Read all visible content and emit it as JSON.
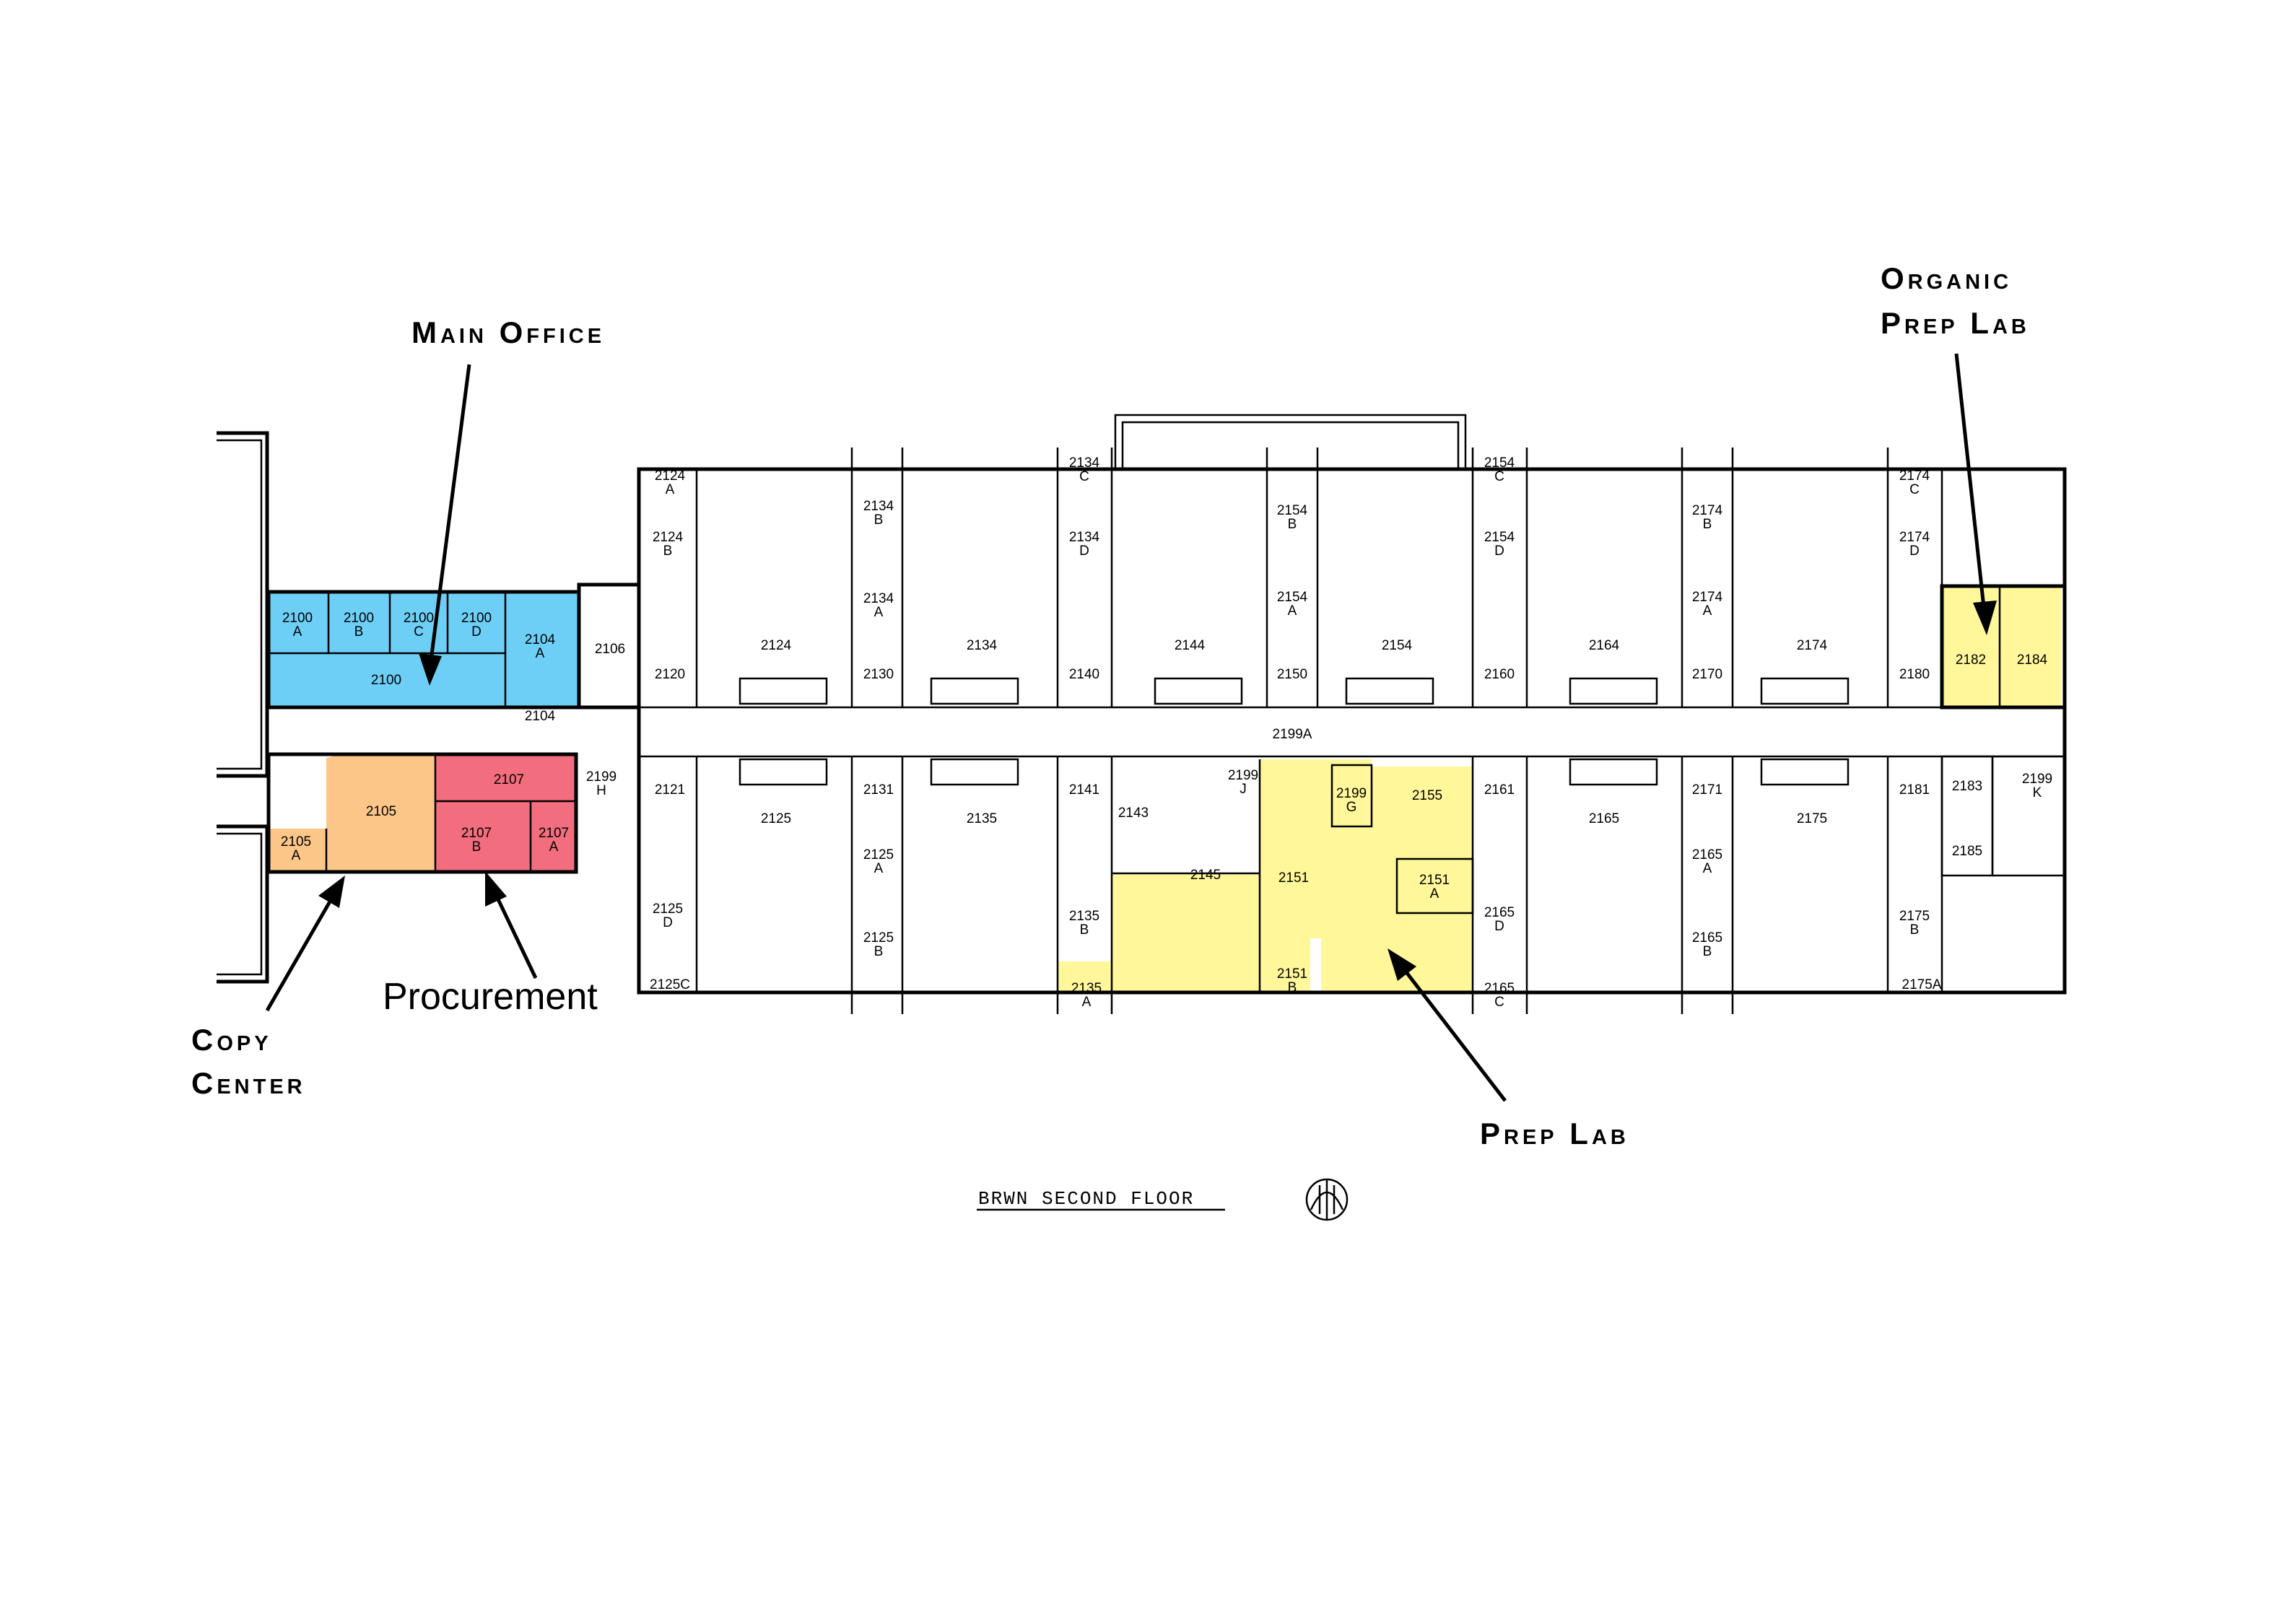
{
  "colors": {
    "main_office": "#6dcff6",
    "copy_center": "#fdc689",
    "procurement": "#f26d7d",
    "prep_lab": "#fff799",
    "organic_prep_lab": "#fff799"
  },
  "labels": {
    "main_office": "Main Office",
    "organic_prep_lab_line1": "Organic",
    "organic_prep_lab_line2": "Prep Lab",
    "copy_center_line1": "Copy",
    "copy_center_line2": "Center",
    "procurement": "Procurement",
    "prep_lab": "Prep Lab"
  },
  "floor_title": "BRWN SECOND FLOOR",
  "north_arrow": "north-arrow",
  "rooms": {
    "r2100a": "2100\nA",
    "r2100b": "2100\nB",
    "r2100c": "2100\nC",
    "r2100d": "2100\nD",
    "r2100": "2100",
    "r2104a": "2104\nA",
    "r2104": "2104",
    "r2106": "2106",
    "r2105": "2105",
    "r2105a": "2105\nA",
    "r2107top": "2107",
    "r2107b": "2107\nB",
    "r2107a": "2107\nA",
    "r2199h": "2199\nH",
    "r2124a": "2124\nA",
    "r2124b": "2124\nB",
    "r2124": "2124",
    "r2120": "2120",
    "r2121": "2121",
    "r2125": "2125",
    "r2125d": "2125\nD",
    "r2125c": "2125C",
    "r2134b": "2134\nB",
    "r2134a": "2134\nA",
    "r2130": "2130",
    "r2134": "2134",
    "r2131": "2131",
    "r2125a": "2125\nA",
    "r2125b": "2125\nB",
    "r2135": "2135",
    "r2134c": "2134\nC",
    "r2134d": "2134\nD",
    "r2140": "2140",
    "r2144": "2144",
    "r2141": "2141",
    "r2135b": "2135\nB",
    "r2135a": "2135\nA",
    "r2143": "2143",
    "r2145": "2145",
    "r2199j": "2199\nJ",
    "r2154b": "2154\nB",
    "r2154a": "2154\nA",
    "r2150": "2150",
    "r2154": "2154",
    "r2151": "2151",
    "r2151b": "2151\nB",
    "r2199g": "2199\nG",
    "r2155": "2155",
    "r2151a": "2151\nA",
    "r2154c": "2154\nC",
    "r2154d": "2154\nD",
    "r2160": "2160",
    "r2164": "2164",
    "r2161": "2161",
    "r2165d": "2165\nD",
    "r2165c": "2165\nC",
    "r2165": "2165",
    "r2174b": "2174\nB",
    "r2174a": "2174\nA",
    "r2170": "2170",
    "r2174": "2174",
    "r2171": "2171",
    "r2165a": "2165\nA",
    "r2165b": "2165\nB",
    "r2175": "2175",
    "r2174c": "2174\nC",
    "r2174d": "2174\nD",
    "r2180": "2180",
    "r2182": "2182",
    "r2184": "2184",
    "r2181": "2181",
    "r2175b": "2175\nB",
    "r2175a": "2175A",
    "r2183": "2183",
    "r2185": "2185",
    "r2199k": "2199\nK",
    "r2199a": "2199A"
  }
}
